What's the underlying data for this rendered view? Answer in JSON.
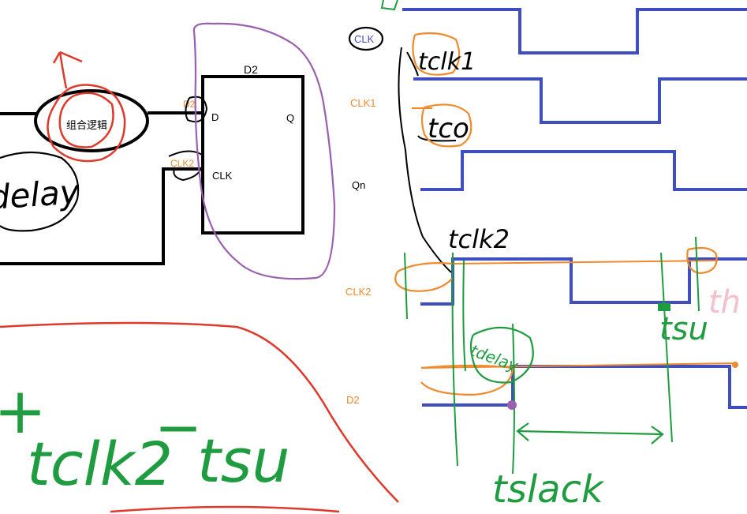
{
  "circuit": {
    "logic_block_label": "组合逻辑",
    "reg_name": "D2",
    "d_pin": "D",
    "q_pin": "Q",
    "clk_pin": "CLK",
    "d_input_tag": "D2",
    "clk_input_tag": "CLK2",
    "delay_note": "delay"
  },
  "timing": {
    "signals": {
      "clk": "CLK",
      "clk1": "CLK1",
      "qn": "Qn",
      "clk2": "CLK2",
      "d2": "D2"
    },
    "annotations": {
      "t_clk1": "tclk1",
      "t_co": "tco",
      "t_clk2": "tclk2",
      "t_su": "tsu",
      "t_h": "th",
      "t_delay": "tdelay",
      "t_slack": "tslack"
    }
  },
  "equation": {
    "term1": "tclk2",
    "minus": "−",
    "term2": "tsu",
    "lead": "+"
  },
  "colors": {
    "wave": "#3f4fbf",
    "orange": "#f08a2c",
    "green": "#1f9c3f",
    "purple": "#9b5fb0",
    "red": "#de3a2c",
    "black": "#000000",
    "pink": "#f4c0cc"
  }
}
